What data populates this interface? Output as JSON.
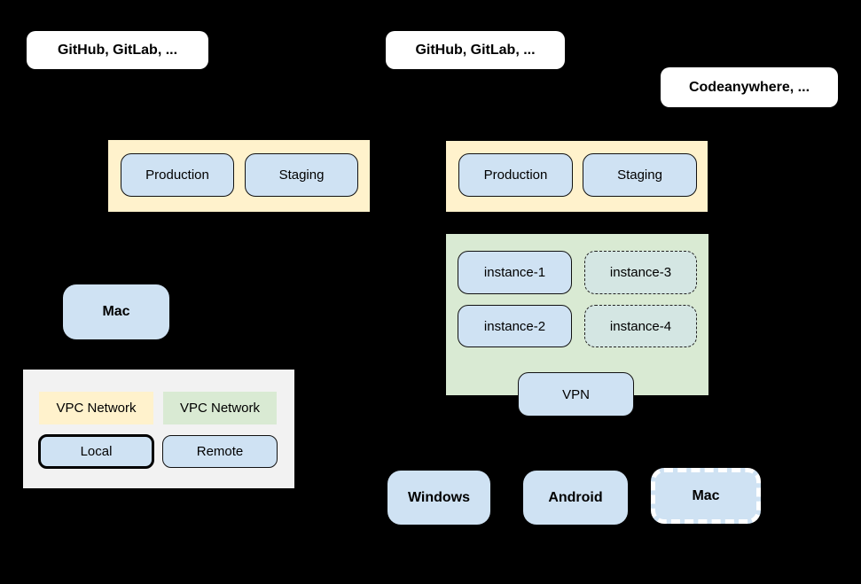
{
  "diagram": {
    "background_color": "#000000",
    "colors": {
      "vpc_local_network": "#fff2cc",
      "vpc_remote_network": "#d9ead3",
      "node_blue": "#cfe2f3",
      "dashed_instance_fill": "#d4e6e3",
      "external_service_fill": "#ffffff",
      "legend_background": "#f2f2f2",
      "border": "#000000"
    },
    "nodes": {
      "github_left": "GitHub, GitLab, ...",
      "github_right": "GitHub, GitLab, ...",
      "codeanywhere": "Codeanywhere, ...",
      "production_left": "Production",
      "staging_left": "Staging",
      "production_right": "Production",
      "staging_right": "Staging",
      "instance_1": "instance-1",
      "instance_2": "instance-2",
      "instance_3": "instance-3",
      "instance_4": "instance-4",
      "vpn": "VPN",
      "mac_local": "Mac",
      "windows": "Windows",
      "android": "Android",
      "mac_remote": "Mac"
    },
    "legend": {
      "vpc_network_local": "VPC Network",
      "vpc_network_remote": "VPC Network",
      "local": "Local",
      "remote": "Remote"
    }
  }
}
